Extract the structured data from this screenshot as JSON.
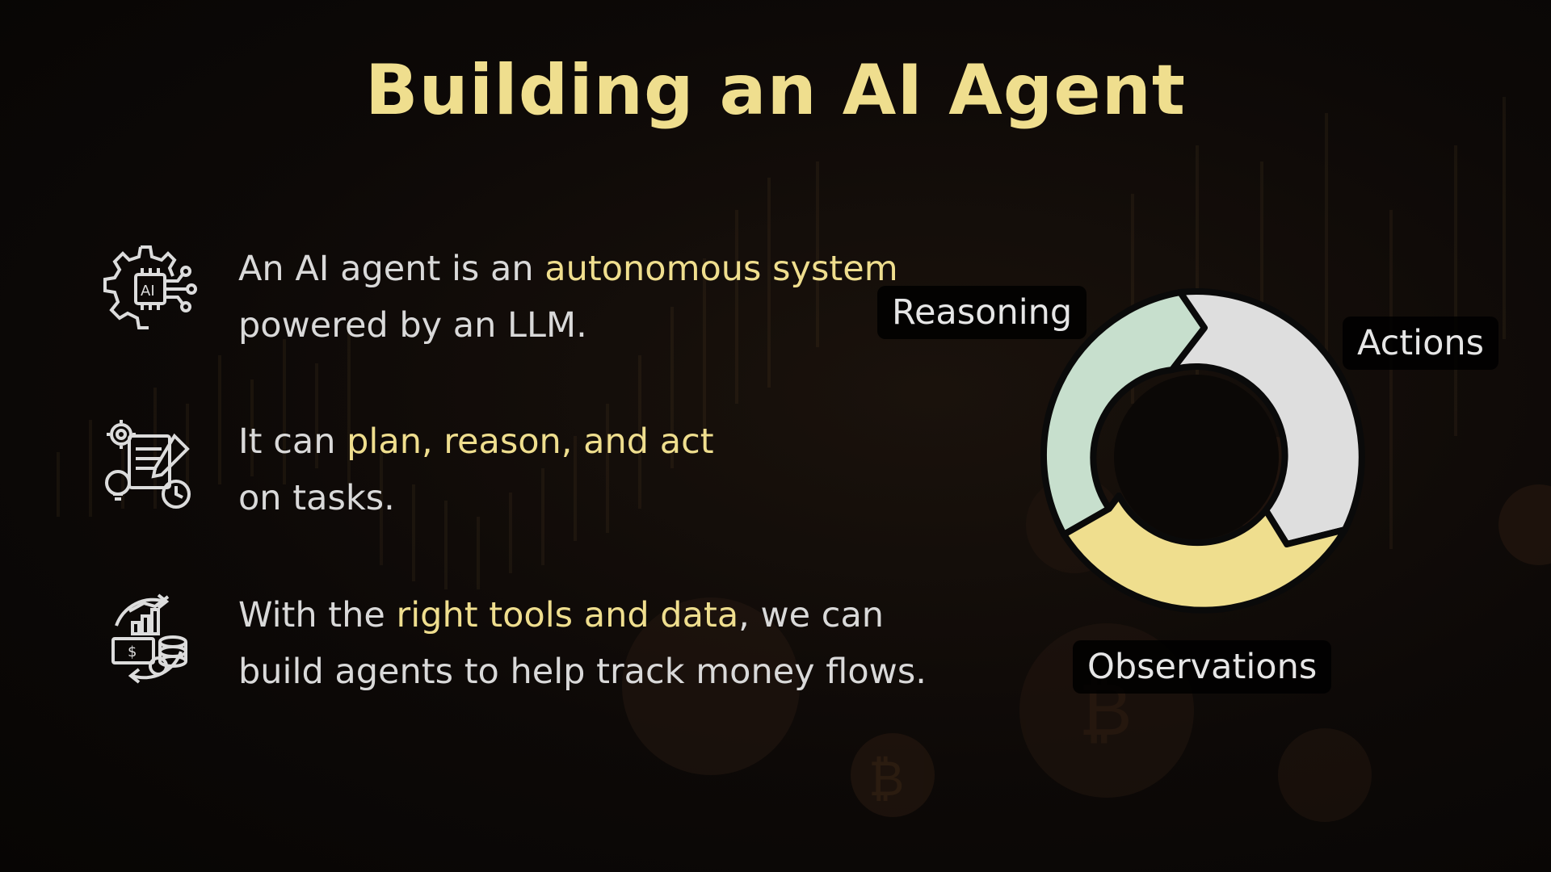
{
  "slide": {
    "title": "Building an AI Agent",
    "title_color": "#efde8e",
    "accent_color": "#efde8e",
    "text_color": "#d9d9d9"
  },
  "bullets": [
    {
      "icon": "ai-chip-gear-icon",
      "segments": [
        {
          "text": "An AI agent is an ",
          "highlight": false
        },
        {
          "text": "autonomous system",
          "highlight": true
        },
        {
          "text": " powered by an LLM.",
          "highlight": false
        }
      ]
    },
    {
      "icon": "planning-tasks-icon",
      "segments": [
        {
          "text": "It can ",
          "highlight": false
        },
        {
          "text": "plan, reason, and act",
          "highlight": true
        },
        {
          "text": " on tasks.",
          "highlight": false
        }
      ]
    },
    {
      "icon": "money-flow-icon",
      "segments": [
        {
          "text": "With the ",
          "highlight": false
        },
        {
          "text": "right tools and data",
          "highlight": true
        },
        {
          "text": ", we can build agents to help track money flows.",
          "highlight": false
        }
      ]
    }
  ],
  "cycle": {
    "stages": [
      {
        "label": "Reasoning",
        "color": "#c7dfcd"
      },
      {
        "label": "Actions",
        "color": "#dedede"
      },
      {
        "label": "Observations",
        "color": "#efde8e"
      }
    ]
  }
}
